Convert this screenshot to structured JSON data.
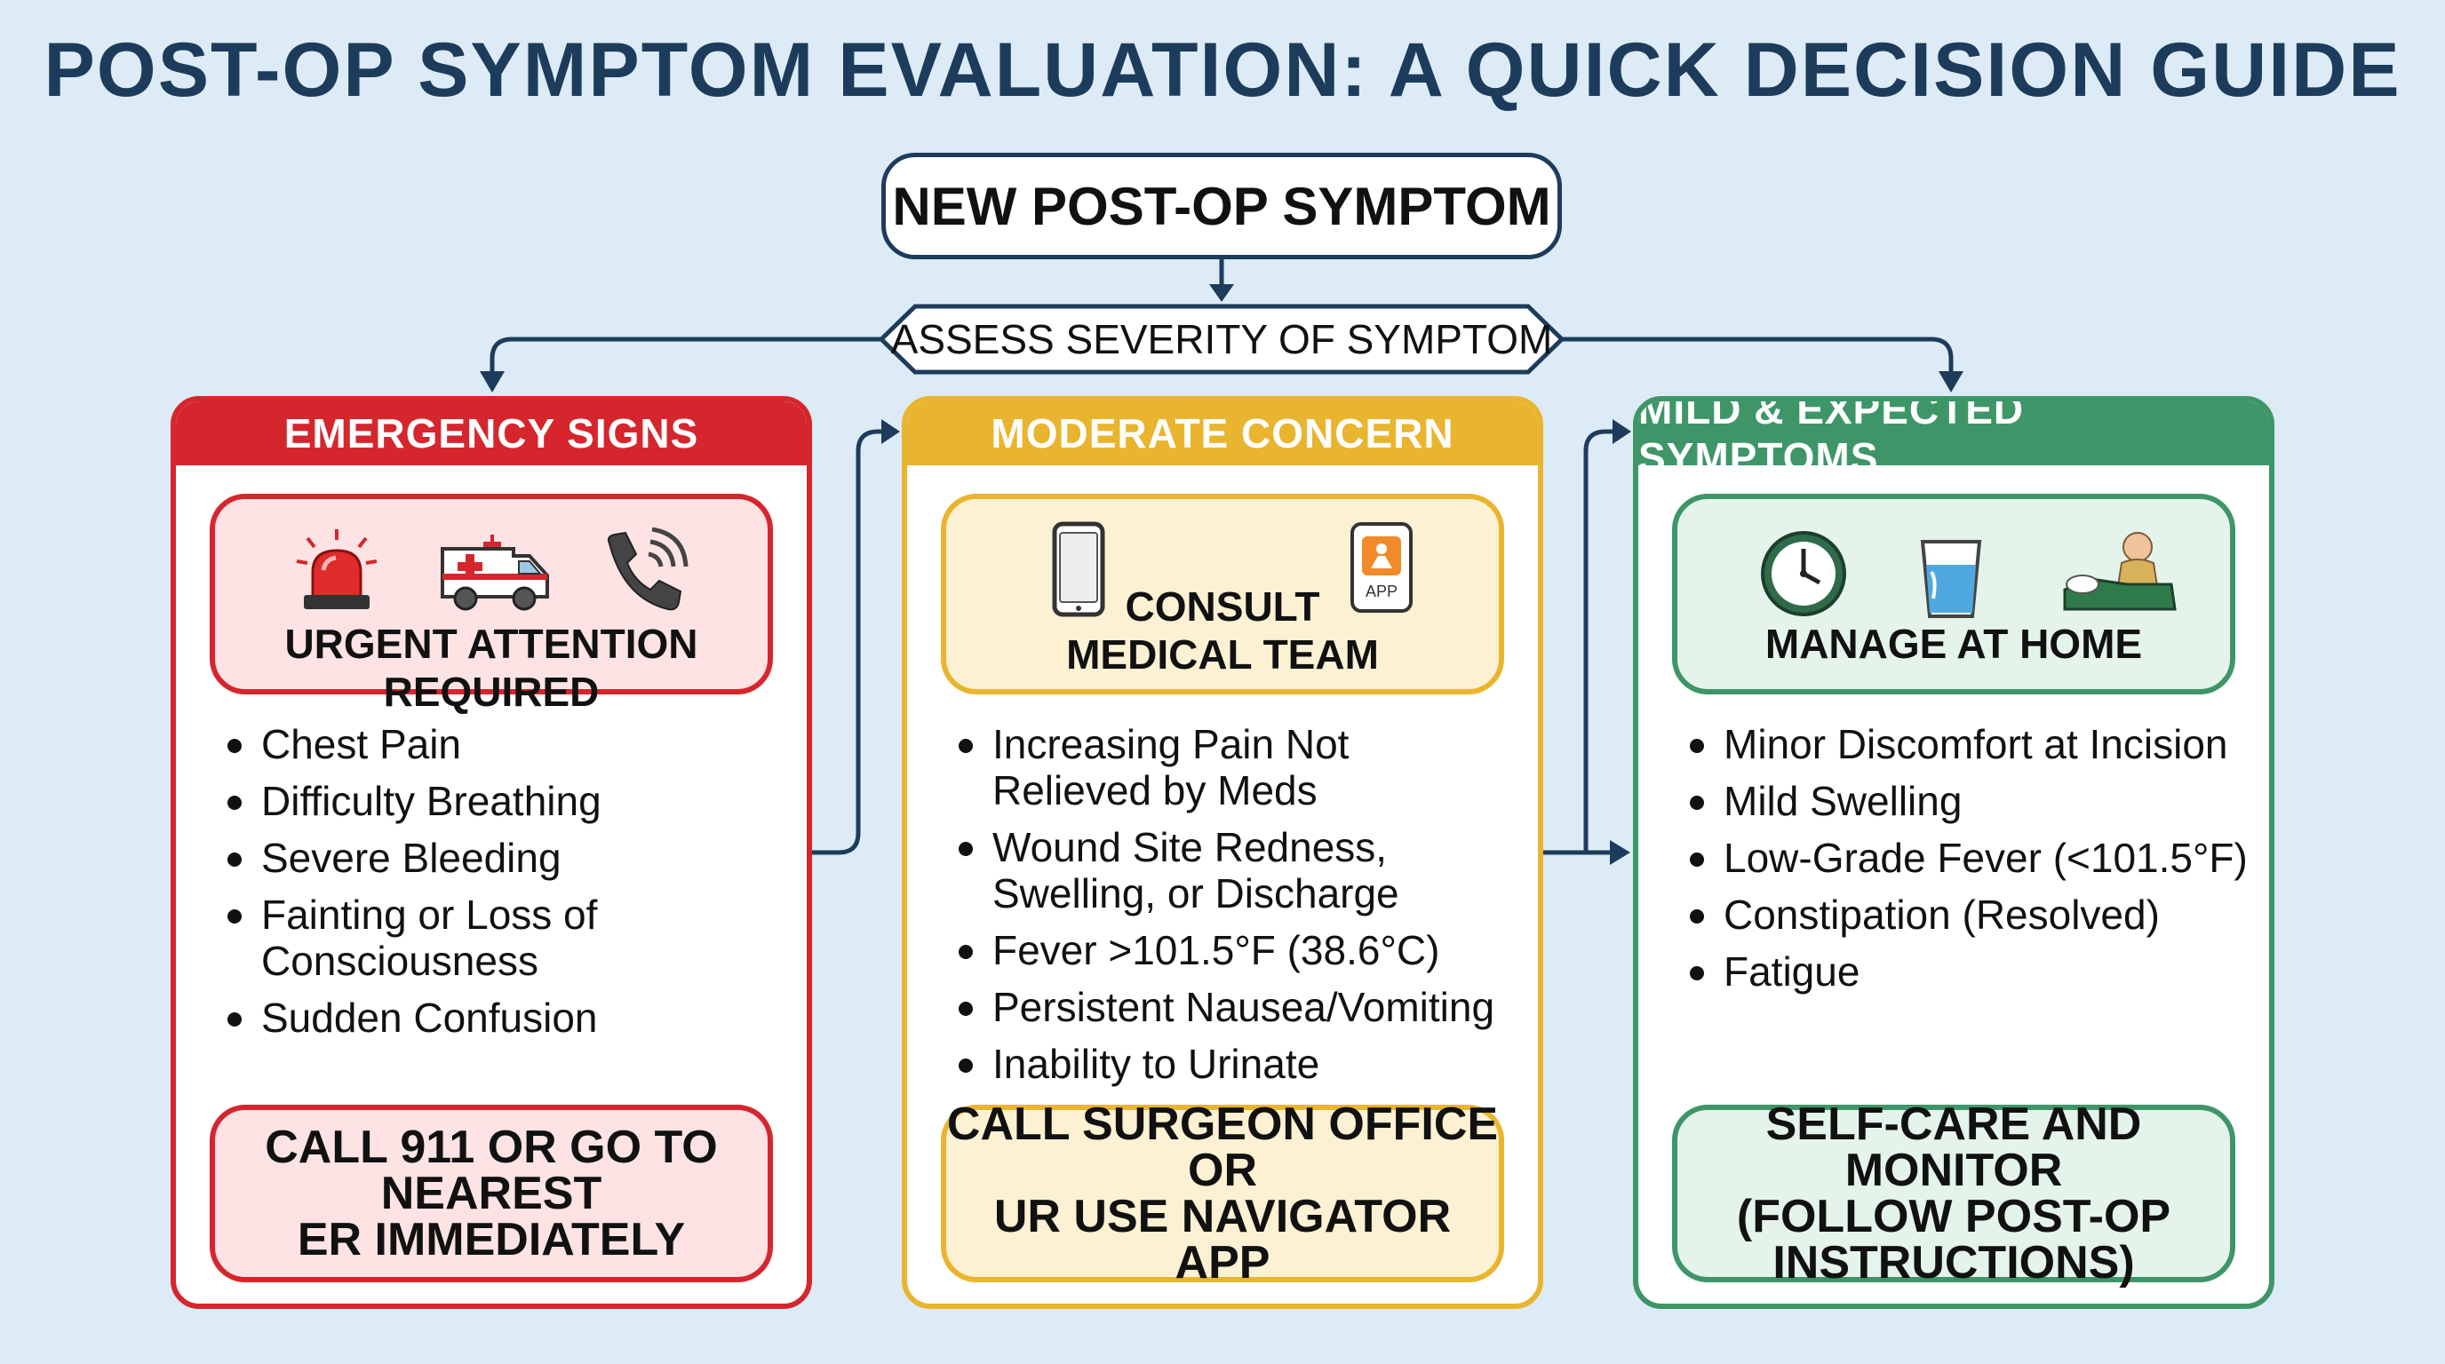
{
  "title": "POST-OP SYMPTOM EVALUATION: A QUICK DECISION GUIDE",
  "start_node": "NEW POST-OP SYMPTOM",
  "decision": "ASSESS SEVERITY OF SYMPTOM",
  "columns": {
    "emergency": {
      "header": "EMERGENCY SIGNS",
      "callout_title": "URGENT ATTENTION REQUIRED",
      "icons": [
        "siren-icon",
        "ambulance-icon",
        "phone-icon"
      ],
      "items": [
        "Chest Pain",
        "Difficulty Breathing",
        "Severe Bleeding",
        "Fainting or Loss of\nConsciousness",
        "Sudden Confusion"
      ],
      "action": "CALL 911 OR GO TO\nNEAREST\nER IMMEDIATELY"
    },
    "moderate": {
      "header": "MODERATE CONCERN",
      "callout_title": "CONSULT\nMEDICAL TEAM",
      "app_badge": "APP",
      "icons": [
        "smartphone-icon",
        "app-icon"
      ],
      "items": [
        "Increasing Pain Not\nRelieved by Meds",
        "Wound Site Redness,\nSwelling, or Discharge",
        "Fever >101.5°F (38.6°C)",
        "Persistent Nausea/Vomiting",
        "Inability to Urinate"
      ],
      "action": "CALL SURGEON OFFICE\nOR\nUR USE NAVIGATOR APP"
    },
    "mild": {
      "header": "MILD & EXPECTED SYMPTOMS",
      "callout_title": "MANAGE AT HOME",
      "icons": [
        "clock-icon",
        "water-glass-icon",
        "resting-person-icon"
      ],
      "items": [
        "Minor Discomfort at Incision",
        "Mild Swelling",
        "Low-Grade Fever (<101.5°F)",
        "Constipation (Resolved)",
        "Fatigue"
      ],
      "action": "SELF-CARE AND MONITOR\n(FOLLOW POST-OP\nINSTRUCTIONS)"
    }
  },
  "colors": {
    "background": "#dcebf5",
    "title": "#1d3c5c",
    "emergency": "#d6262d",
    "moderate": "#e9b52f",
    "mild": "#3e9668",
    "connector": "#1d3c5c"
  }
}
